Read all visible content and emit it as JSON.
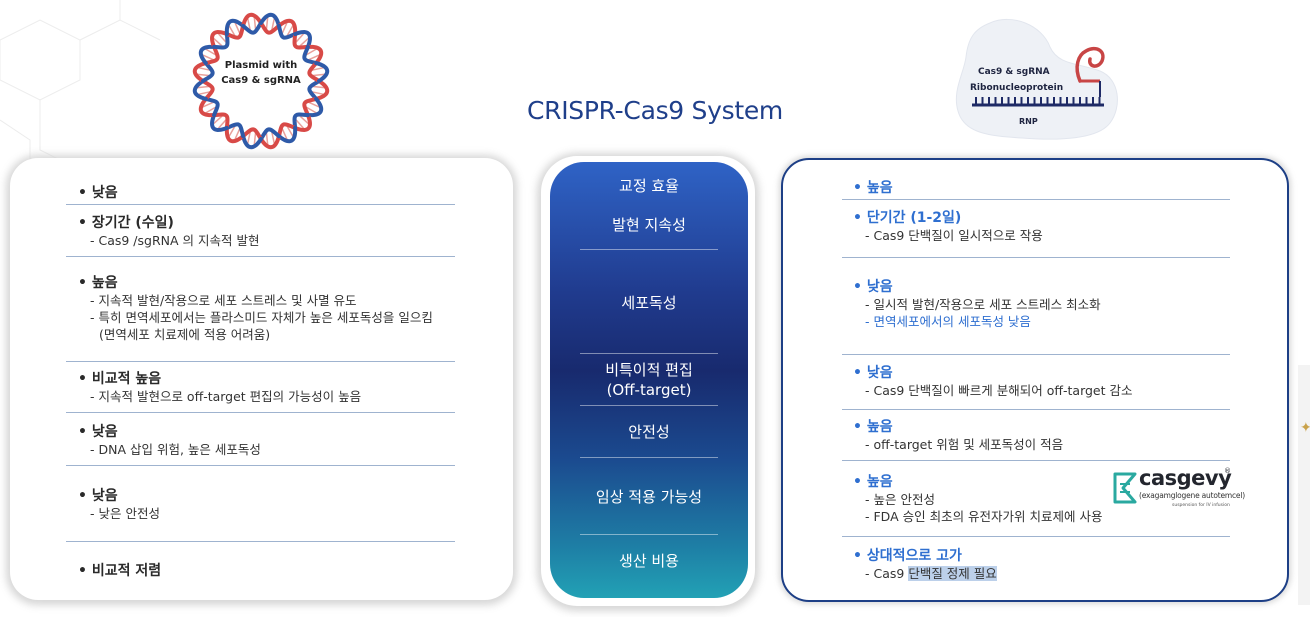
{
  "title": "CRISPR-Cas9 System",
  "plasmid": {
    "line1": "Plasmid with",
    "line2": "Cas9 & sgRNA"
  },
  "rnp": {
    "line1": "Cas9 & sgRNA",
    "line2": "Ribonucleoprotein",
    "line3": "RNP"
  },
  "criteria": [
    "교정 효율",
    "발현 지속성",
    "세포독성",
    "비특이적 편집\n(Off-target)",
    "안전성",
    "임상 적용 가능성",
    "생산 비용"
  ],
  "left": {
    "r1": {
      "head": "낮음"
    },
    "r2": {
      "head": "장기간 (수일)",
      "s1": "- Cas9 /sgRNA 의 지속적 발현"
    },
    "r3": {
      "head": "높음",
      "s1": "- 지속적 발현/작용으로 세포 스트레스 및 사멸 유도",
      "s2": "- 특히 면역세포에서는 플라스미드 자체가 높은 세포독성을 일으킴",
      "s3": "(면역세포 치료제에 적용 어려움)"
    },
    "r4": {
      "head": "비교적 높음",
      "s1": "- 지속적 발현으로 off-target 편집의 가능성이 높음"
    },
    "r5": {
      "head": "낮음",
      "s1": "- DNA 삽입 위험, 높은 세포독성"
    },
    "r6": {
      "head": "낮음",
      "s1": "- 낮은 안전성"
    },
    "r7": {
      "head": "비교적 저렴"
    }
  },
  "right": {
    "r1": {
      "head": "높음"
    },
    "r2": {
      "head": "단기간 (1-2일)",
      "s1": "- Cas9 단백질이 일시적으로 작용"
    },
    "r3": {
      "head": "낮음",
      "s1": "- 일시적 발현/작용으로 세포 스트레스 최소화",
      "s2": "- 면역세포에서의 세포독성 낮음"
    },
    "r4": {
      "head": "낮음",
      "s1": "- Cas9 단백질이 빠르게 분해되어 off-target 감소"
    },
    "r5": {
      "head": "높음",
      "s1": "- off-target 위험 및 세포독성이 적음"
    },
    "r6": {
      "head": "높음",
      "s1": "- 높은 안전성",
      "s2": "- FDA 승인 최초의 유전자가위 치료제에 사용"
    },
    "r7": {
      "head": "상대적으로 고가",
      "s1a": "- Cas9 ",
      "s1b": "단백질 정제 필요"
    }
  },
  "casgevy": {
    "name": "casgevy",
    "reg": "®",
    "generic": "(exagamglogene autotemcel)",
    "form": "suspension for IV infusion"
  },
  "colors": {
    "accent_blue": "#2f6fd0",
    "navy": "#1d3f86",
    "title": "#1f3f8a",
    "dna_red": "#d84a47",
    "dna_blue": "#2e5aa8"
  }
}
